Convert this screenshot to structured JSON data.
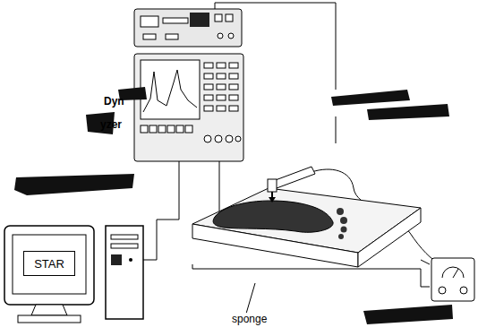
{
  "diagram": {
    "nodes": [
      {
        "text": [
          "STAR"
        ]
      }
    ],
    "labels": [
      "Dyn",
      "yzer",
      "sponge"
    ]
  }
}
